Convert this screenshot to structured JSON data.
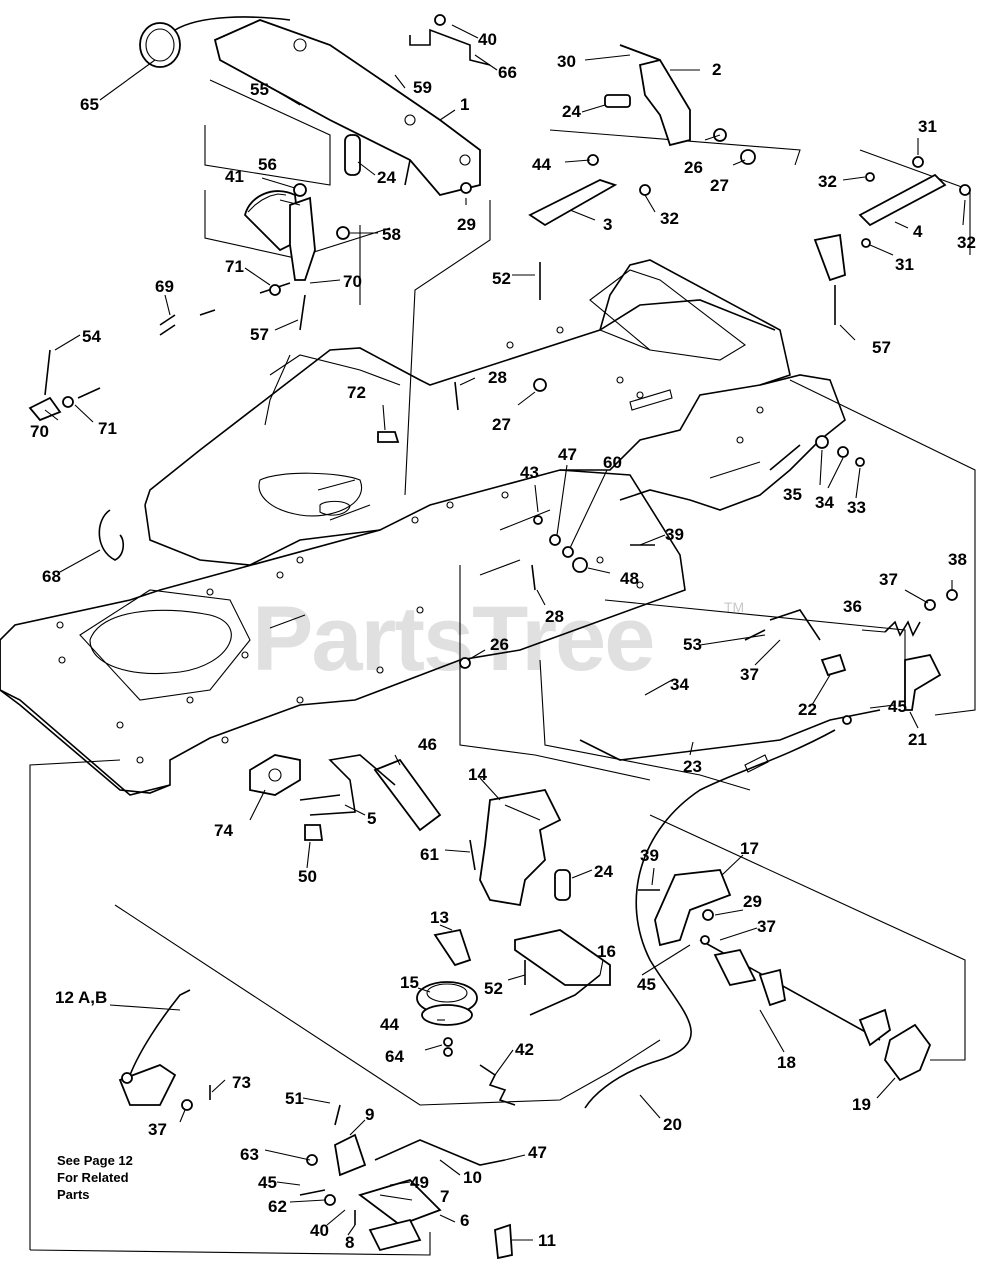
{
  "watermark": {
    "text": "PartsTree",
    "tm": "TM"
  },
  "note": {
    "line1": "See Page 12",
    "line2": "For Related",
    "line3": "Parts"
  },
  "callouts": {
    "c1": "1",
    "c2": "2",
    "c3": "3",
    "c4": "4",
    "c5": "5",
    "c6": "6",
    "c7": "7",
    "c8": "8",
    "c9": "9",
    "c10": "10",
    "c11": "11",
    "c12": "12 A,B",
    "c13": "13",
    "c14": "14",
    "c15": "15",
    "c16": "16",
    "c17": "17",
    "c18": "18",
    "c19": "19",
    "c20": "20",
    "c21": "21",
    "c22": "22",
    "c23": "23",
    "c24a": "24",
    "c24b": "24",
    "c24c": "24",
    "c26a": "26",
    "c26b": "26",
    "c27a": "27",
    "c27b": "27",
    "c28a": "28",
    "c28b": "28",
    "c29a": "29",
    "c29b": "29",
    "c30": "30",
    "c31a": "31",
    "c31b": "31",
    "c32a": "32",
    "c32b": "32",
    "c32c": "32",
    "c33": "33",
    "c34a": "34",
    "c34b": "34",
    "c35": "35",
    "c36": "36",
    "c37a": "37",
    "c37b": "37",
    "c37c": "37",
    "c37d": "37",
    "c38": "38",
    "c39a": "39",
    "c39b": "39",
    "c40a": "40",
    "c40b": "40",
    "c41": "41",
    "c42": "42",
    "c43": "43",
    "c44a": "44",
    "c44b": "44",
    "c45a": "45",
    "c45b": "45",
    "c45c": "45",
    "c46": "46",
    "c47a": "47",
    "c47b": "47",
    "c48": "48",
    "c49": "49",
    "c50": "50",
    "c51": "51",
    "c52a": "52",
    "c52b": "52",
    "c53": "53",
    "c54": "54",
    "c55": "55",
    "c56": "56",
    "c57a": "57",
    "c57b": "57",
    "c58": "58",
    "c59": "59",
    "c60": "60",
    "c61": "61",
    "c62": "62",
    "c63": "63",
    "c64": "64",
    "c65": "65",
    "c66": "66",
    "c68": "68",
    "c69": "69",
    "c70a": "70",
    "c70b": "70",
    "c71a": "71",
    "c71b": "71",
    "c72": "72",
    "c73": "73",
    "c74": "74"
  }
}
